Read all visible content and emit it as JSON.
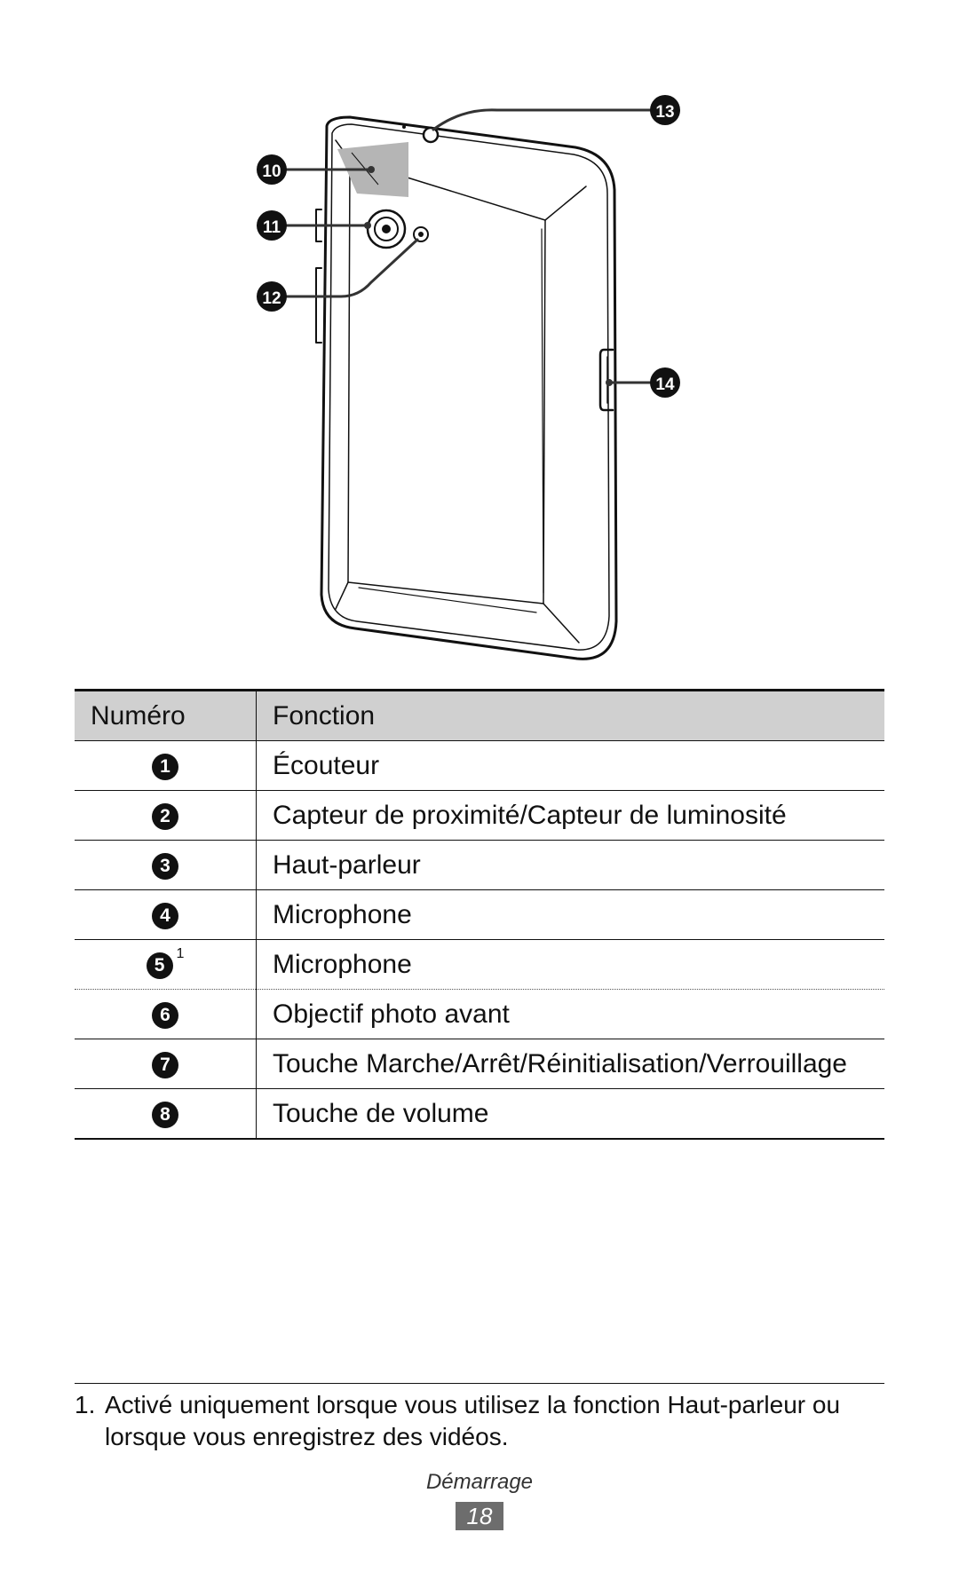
{
  "callouts": [
    {
      "num": "10",
      "icon": "sensor-area"
    },
    {
      "num": "11",
      "icon": "rear-camera-lens"
    },
    {
      "num": "12",
      "icon": "flash"
    },
    {
      "num": "13",
      "icon": "headset-jack"
    },
    {
      "num": "14",
      "icon": "memory-card-slot"
    }
  ],
  "table": {
    "headers": {
      "number": "Numéro",
      "function": "Fonction"
    },
    "rows": [
      {
        "num": "1",
        "fn": "Écouteur"
      },
      {
        "num": "2",
        "fn": "Capteur de proximité/Capteur de luminosité"
      },
      {
        "num": "3",
        "fn": "Haut-parleur"
      },
      {
        "num": "4",
        "fn": "Microphone"
      },
      {
        "num": "5",
        "sup": "1",
        "fn": "Microphone"
      },
      {
        "num": "6",
        "fn": "Objectif photo avant"
      },
      {
        "num": "7",
        "fn": "Touche Marche/Arrêt/Réinitialisation/Verrouillage"
      },
      {
        "num": "8",
        "fn": "Touche de volume"
      }
    ]
  },
  "footnote": {
    "num": "1.",
    "text": "Activé uniquement lorsque vous utilisez la fonction Haut-parleur ou lorsque vous enregistrez des vidéos."
  },
  "footer": {
    "section": "Démarrage",
    "page": "18"
  },
  "colors": {
    "ink": "#111111",
    "header_fill": "#d0d0d0",
    "sensor_fill": "#b5b5b5",
    "page_badge": "#6d6d6d"
  }
}
